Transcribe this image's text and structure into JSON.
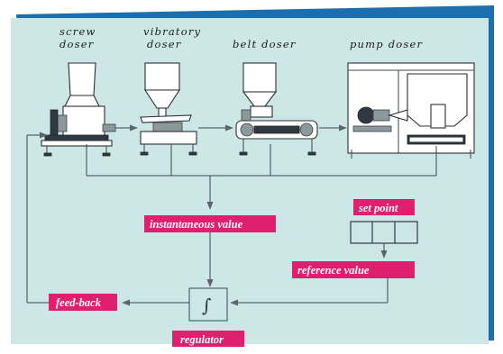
{
  "colors": {
    "panel": "#cde6e6",
    "accent_band": "#1b6fae",
    "label_fill": "#e0206e",
    "line": "#3c4a52",
    "arrow": "#5b6468"
  },
  "dosers": [
    {
      "line1": "screw",
      "line2": "doser"
    },
    {
      "line1": "vibratory",
      "line2": "doser"
    },
    {
      "line1": "belt doser",
      "line2": ""
    },
    {
      "line1": "pump doser",
      "line2": ""
    }
  ],
  "labels": {
    "instantaneous_value": "instantaneous value",
    "set_point": "set point",
    "reference_value": "reference value",
    "feed_back": "feed-back",
    "regulator": "regulator"
  },
  "icons": {
    "regulator_symbol": "integral-icon",
    "set_point_display": "three-digit-display-icon"
  }
}
